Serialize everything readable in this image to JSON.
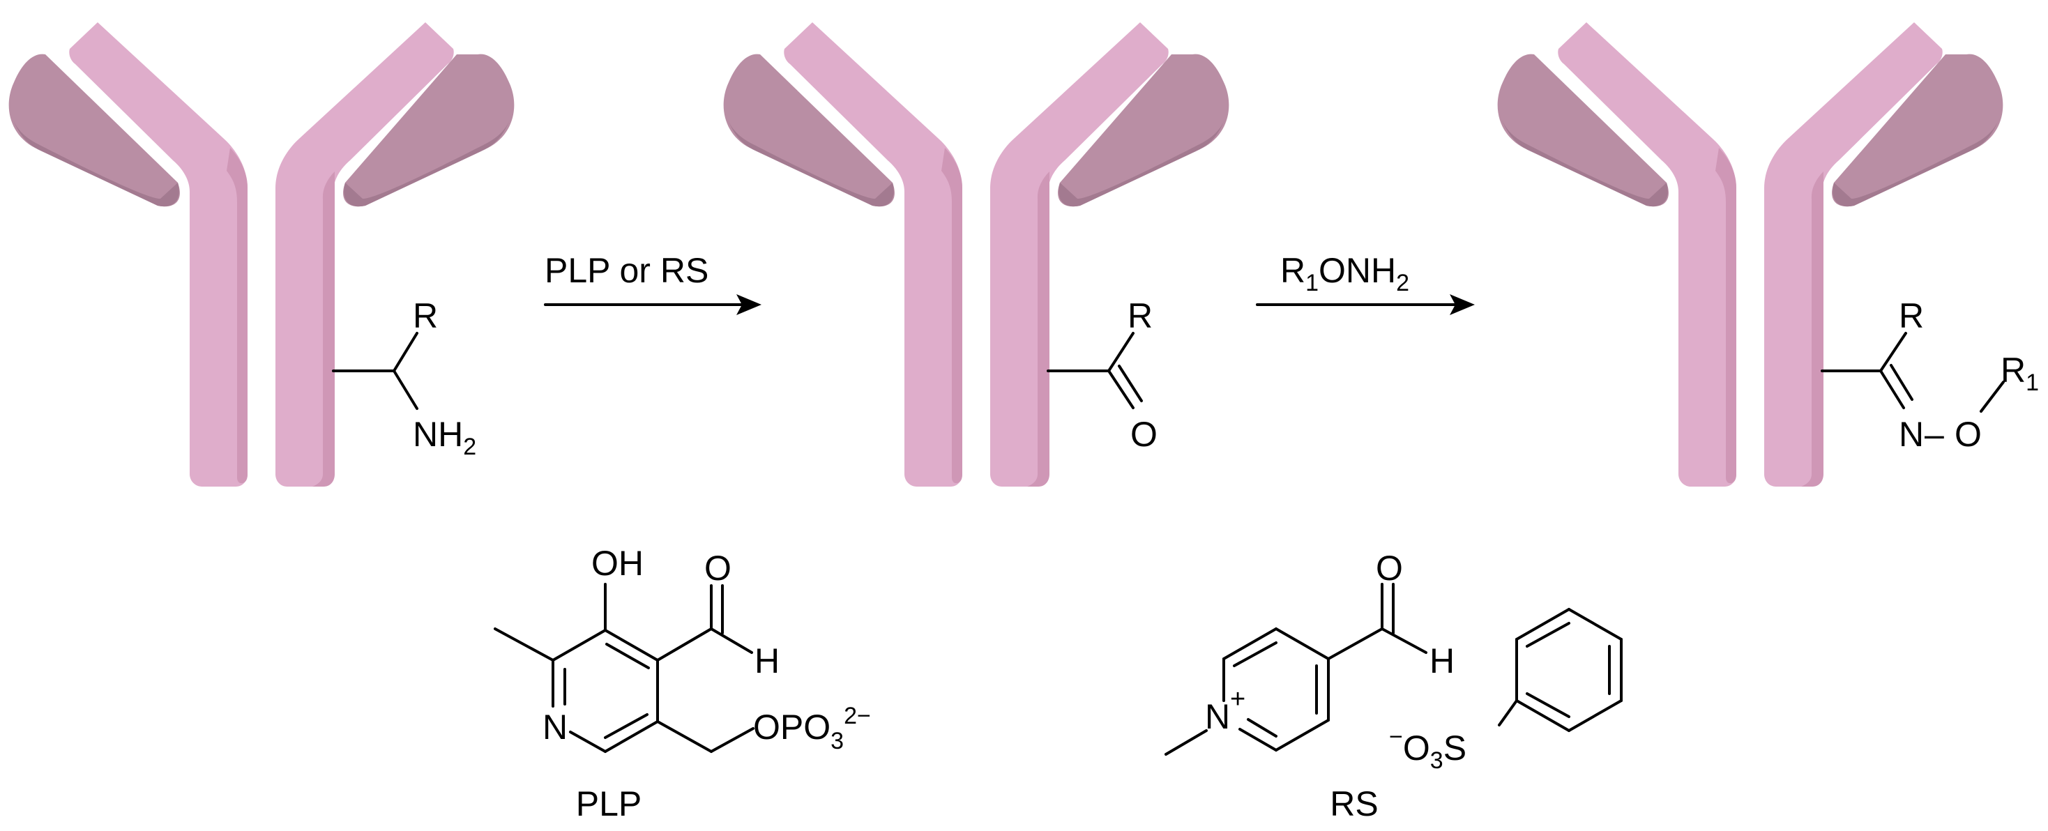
{
  "colors": {
    "heavy_main": "#DFADCB",
    "heavy_shade": "#CF97B6",
    "heavy_edge": "#C88AAE",
    "light_main": "#B98EA4",
    "light_shade": "#A37A90",
    "ink": "#000000"
  },
  "antibodies": [
    {
      "substituent": {
        "r_label": "R",
        "amine": {
          "base": "NH",
          "sub": "2"
        }
      }
    },
    {
      "substituent": {
        "r_label": "R",
        "carbonyl_o": "O"
      }
    },
    {
      "substituent": {
        "r_label": "R",
        "oxime_n": "N",
        "dash": "–",
        "oxime_o": "O",
        "r1": {
          "base": "R",
          "sub": "1"
        }
      }
    }
  ],
  "arrows": [
    {
      "label": "PLP or RS"
    },
    {
      "label": {
        "base1": "R",
        "sub1": "1",
        "base2": "ONH",
        "sub2": "2"
      }
    }
  ],
  "reagents": {
    "plp": {
      "name": "PLP",
      "oh": "OH",
      "aldehyde_o": "O",
      "aldehyde_h": "H",
      "ring_n": "N",
      "phosphate": {
        "base1": "OPO",
        "sub": "3",
        "sup": "2−"
      }
    },
    "rs": {
      "name": "RS",
      "aldehyde_o": "O",
      "aldehyde_h": "H",
      "ring_n": "N",
      "charge": "+",
      "sulfinate": {
        "sup": "−",
        "base": "O",
        "sub": "3",
        "s": "S"
      }
    }
  }
}
